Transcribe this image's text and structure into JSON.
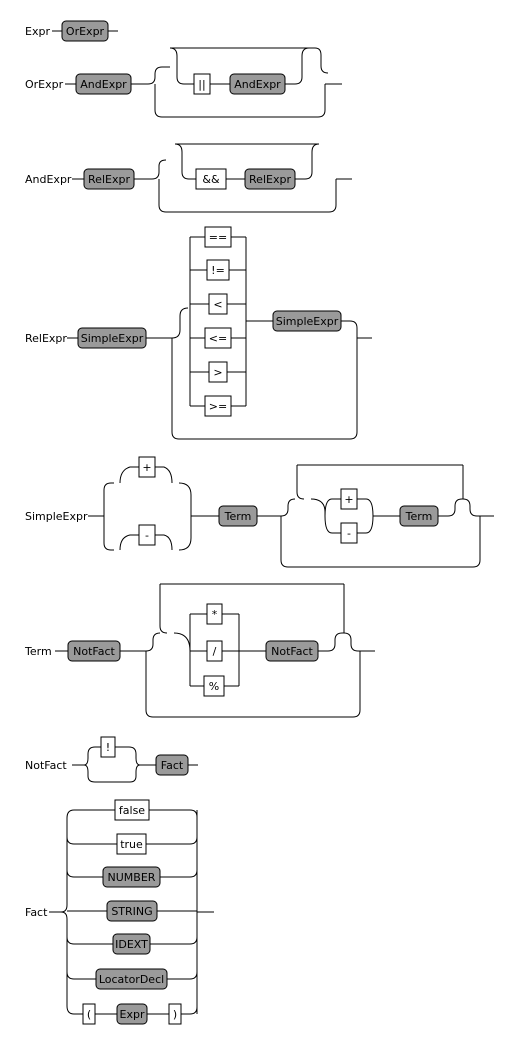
{
  "rules": [
    {
      "id": "expr",
      "name": "Expr",
      "items": [
        "OrExpr"
      ]
    },
    {
      "id": "orexpr",
      "name": "OrExpr",
      "items": [
        "AndExpr",
        "||",
        "AndExpr"
      ]
    },
    {
      "id": "andexpr",
      "name": "AndExpr",
      "items": [
        "RelExpr",
        "&&",
        "RelExpr"
      ]
    },
    {
      "id": "relexpr",
      "name": "RelExpr",
      "items": [
        "SimpleExpr",
        "==",
        "!=",
        "<",
        "<=",
        ">",
        ">=",
        "SimpleExpr"
      ]
    },
    {
      "id": "simpleexpr",
      "name": "SimpleExpr",
      "items": [
        "+",
        "-",
        "Term",
        "+",
        "-",
        "Term"
      ]
    },
    {
      "id": "term",
      "name": "Term",
      "items": [
        "NotFact",
        "*",
        "/",
        "%",
        "NotFact"
      ]
    },
    {
      "id": "notfact",
      "name": "NotFact",
      "items": [
        "!",
        "Fact"
      ]
    },
    {
      "id": "fact",
      "name": "Fact",
      "items": [
        "false",
        "true",
        "NUMBER",
        "STRING",
        "IDEXT",
        "LocatorDecl",
        "(",
        "Expr",
        ")"
      ]
    }
  ],
  "colors": {
    "nonterminal_fill": "#9a9a9a",
    "terminal_fill": "#ffffff",
    "line": "#000000"
  }
}
